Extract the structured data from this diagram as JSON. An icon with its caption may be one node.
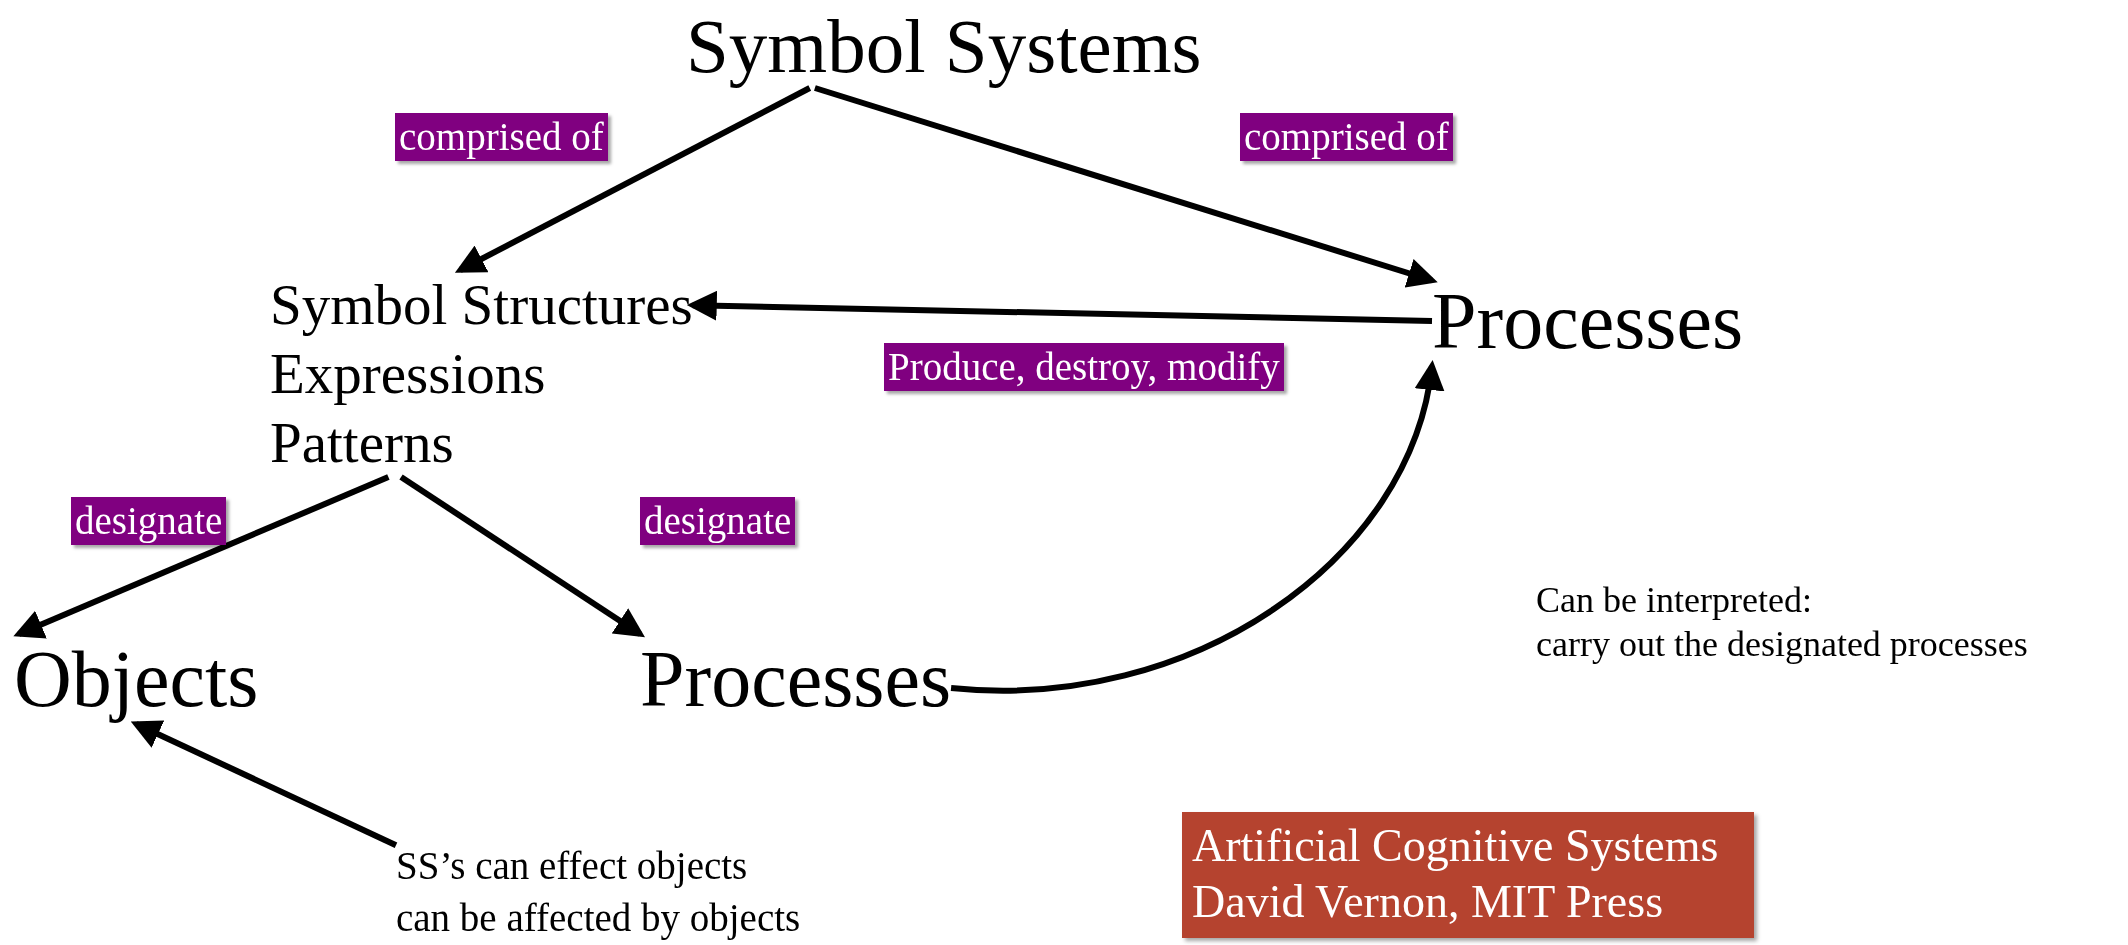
{
  "diagram": {
    "nodes": [
      {
        "text": [
          "Symbol Systems"
        ]
      },
      {
        "text": [
          "Symbol Structures",
          "Expressions",
          "Patterns"
        ]
      },
      {
        "text": [
          "Processes"
        ]
      },
      {
        "text": [
          "Objects"
        ]
      },
      {
        "text": [
          "Processes"
        ]
      },
      {
        "text": [
          "SS’s can effect objects",
          "can be affected by objects"
        ]
      },
      {
        "text": [
          "Artificial Cognitive Systems",
          "David Vernon, MIT Press"
        ]
      }
    ],
    "edges": [
      {
        "from": 0,
        "to": 1,
        "arrow": "to",
        "label": "comprised of"
      },
      {
        "from": 0,
        "to": 2,
        "arrow": "to",
        "label": "comprised of"
      },
      {
        "from": 2,
        "to": 1,
        "arrow": "to",
        "label": "Produce, destroy, modify"
      },
      {
        "from": 1,
        "to": 3,
        "arrow": "to",
        "label": "designate"
      },
      {
        "from": 1,
        "to": 4,
        "arrow": "to",
        "label": "designate"
      },
      {
        "from": 4,
        "to": 2,
        "arrow": "to"
      },
      {
        "from": 5,
        "to": 3,
        "arrow": "to"
      }
    ],
    "labels": [
      "Can be interpreted:",
      "carry out the designated processes"
    ]
  }
}
